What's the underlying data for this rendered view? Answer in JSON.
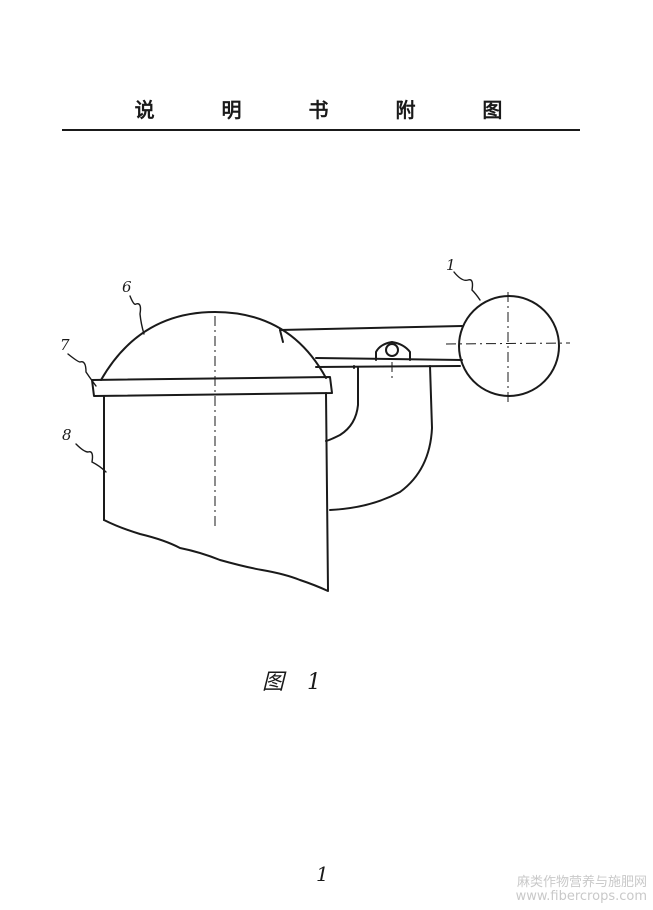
{
  "header": {
    "title": "说 明 书 附 图"
  },
  "figure": {
    "caption": "图 1",
    "callouts": [
      "1",
      "6",
      "7",
      "8"
    ]
  },
  "footer": {
    "page_number": "1"
  },
  "watermark": {
    "line1": "麻类作物营养与施肥网",
    "line2": "www.fibercrops.com"
  },
  "colors": {
    "ink": "#1a1a1a",
    "paper": "#ffffff",
    "watermark": "#c9c9c9"
  }
}
